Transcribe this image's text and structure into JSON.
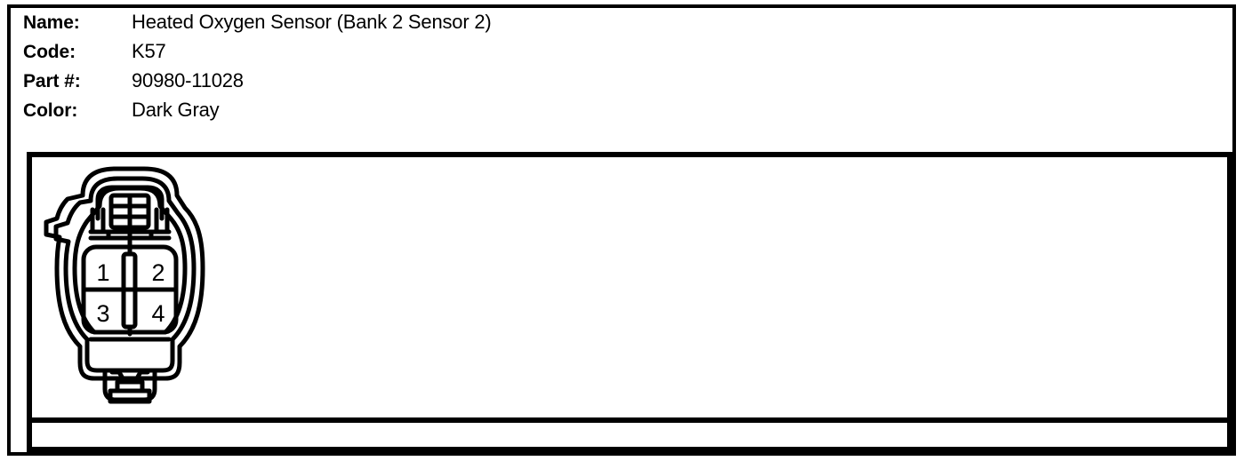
{
  "header": {
    "rows": [
      {
        "label": "Name:",
        "value": "Heated Oxygen Sensor (Bank 2 Sensor 2)"
      },
      {
        "label": "Code:",
        "value": "K57"
      },
      {
        "label": "Part #:",
        "value": "90980-11028"
      },
      {
        "label": "Color:",
        "value": "Dark Gray"
      }
    ]
  },
  "diagram": {
    "type": "connector-face-view",
    "icon": "connector-4pin-icon",
    "pin_count": 4,
    "pins": [
      {
        "number": "1",
        "position": "top-left"
      },
      {
        "number": "2",
        "position": "top-right"
      },
      {
        "number": "3",
        "position": "bottom-left"
      },
      {
        "number": "4",
        "position": "bottom-right"
      }
    ]
  },
  "colors": {
    "ink": "#000000",
    "paper": "#ffffff"
  }
}
